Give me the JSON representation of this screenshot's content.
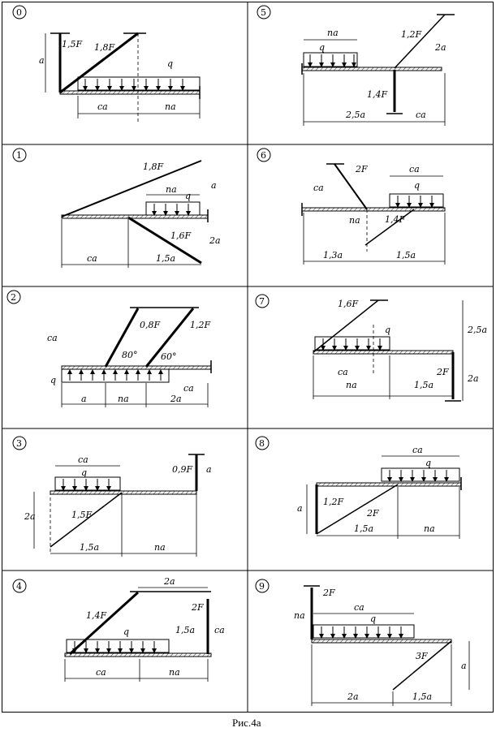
{
  "caption": "Рис.4а",
  "panels": [
    {
      "number": "0",
      "labels": [
        "1,5F",
        "1,8F",
        "q",
        "a",
        "ca",
        "na"
      ]
    },
    {
      "number": "5",
      "labels": [
        "na",
        "q",
        "1,2F",
        "2a",
        "1,4F",
        "2,5a",
        "ca"
      ]
    },
    {
      "number": "1",
      "labels": [
        "1,8F",
        "na",
        "q",
        "a",
        "1,6F",
        "2a",
        "ca",
        "1,5a"
      ]
    },
    {
      "number": "6",
      "labels": [
        "2F",
        "ca",
        "q",
        "ca",
        "na",
        "1,4F",
        "1,3a",
        "1,5a"
      ]
    },
    {
      "number": "2",
      "labels": [
        "ca",
        "0,8F",
        "1,2F",
        "80°",
        "60°",
        "q",
        "ca",
        "a",
        "na",
        "2a"
      ]
    },
    {
      "number": "7",
      "labels": [
        "1,6F",
        "q",
        "2,5a",
        "ca",
        "2F",
        "2a",
        "na",
        "1,5a"
      ]
    },
    {
      "number": "3",
      "labels": [
        "ca",
        "q",
        "0,9F",
        "a",
        "2a",
        "1,5F",
        "1,5a",
        "na"
      ]
    },
    {
      "number": "8",
      "labels": [
        "ca",
        "q",
        "a",
        "1,2F",
        "2F",
        "1,5a",
        "na"
      ]
    },
    {
      "number": "4",
      "labels": [
        "2a",
        "1,4F",
        "2F",
        "q",
        "1,5a",
        "ca",
        "ca",
        "na"
      ]
    },
    {
      "number": "9",
      "labels": [
        "2F",
        "na",
        "ca",
        "q",
        "3F",
        "a",
        "2a",
        "1,5a"
      ]
    }
  ]
}
